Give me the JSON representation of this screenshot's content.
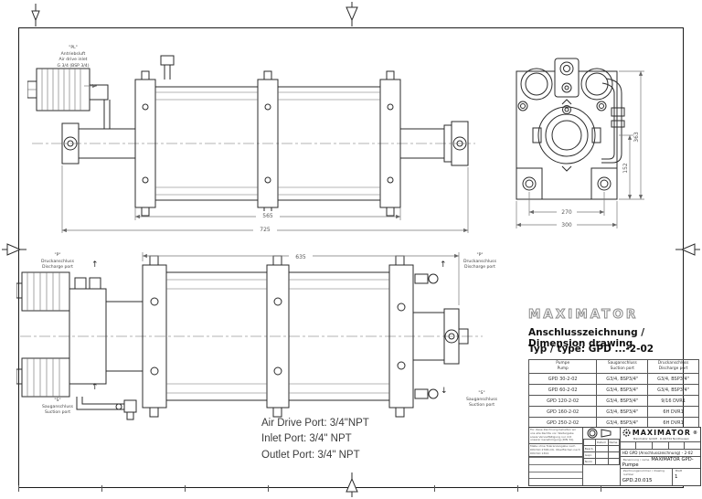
{
  "brand": {
    "logo_outline": "MAXIMATOR",
    "logo_block": "MAXIMATOR",
    "registered": "®",
    "address": "Maximator GmbH · D-99734 Nordhausen"
  },
  "heading": {
    "title": "Anschlusszeichnung / Dimension drawing",
    "type_line": "Typ / type: GPD ...-2-02"
  },
  "port_labels": {
    "air_inlet": {
      "tag": "\"PL\"",
      "de": "Antriebsluft",
      "en": "Air drive inlet",
      "size": "G 3/4 (BSP 3/4)"
    },
    "discharge": {
      "tag": "\"P\"",
      "de": "Druckanschluss",
      "en": "Discharge port"
    },
    "suction": {
      "tag": "\"S\"",
      "de": "Sauganschluss",
      "en": "Suction port"
    },
    "up_arrow": "↑",
    "down_arrow": "↓",
    "leader_arrow": "→"
  },
  "dims": {
    "top_inner": "565",
    "top_outer": "725",
    "bottom_length": "635",
    "end_inner_w": "270",
    "end_outer_w": "300",
    "end_inner_h": "152",
    "end_outer_h": "363"
  },
  "ports_note": {
    "line1": "Air Drive Port: 3/4\"NPT",
    "line2": "Inlet Port: 3/4\" NPT",
    "line3": "Outlet Port: 3/4\" NPT"
  },
  "table": {
    "col1": {
      "de": "Pumpe",
      "en": "Pump"
    },
    "col2": {
      "de": "Sauganschluss",
      "en": "Suction port"
    },
    "col3": {
      "de": "Druckanschluss",
      "en": "Discharge port"
    },
    "rows": [
      {
        "pump": "GPD 30-2-02",
        "suction": "G3/4, BSP3/4\"",
        "discharge": "G3/4, BSP3/4\""
      },
      {
        "pump": "GPD 60-2-02",
        "suction": "G3/4, BSP3/4\"",
        "discharge": "G3/4, BSP3/4\""
      },
      {
        "pump": "GPD 120-2-02",
        "suction": "G3/4, BSP3/4\"",
        "discharge": "9/16 DVR1"
      },
      {
        "pump": "GPD 160-2-02",
        "suction": "G3/4, BSP3/4\"",
        "discharge": "6H DVR1"
      },
      {
        "pump": "GPD 250-2-02",
        "suction": "G3/4, BSP3/4\"",
        "discharge": "6H DVR1"
      }
    ]
  },
  "titleblock": {
    "note1": "Für diese Zeichnung behalten wir uns alle Rechte vor. Weitergabe sowie Vervielfältigung nur mit unserer Genehmigung (DIN 34).",
    "note2": "Maße ohne Toleranzangabe nach DIN ISO 2768-mK. Oberflächen nach DIN ISO 1302.",
    "datum": "Datum",
    "name": "Name",
    "bearb": "Bearb.",
    "gepr": "Gepr.",
    "norm": "Norm",
    "desc": "HD GPD (Anschlusszeichnung) - 2-02",
    "name_label": "Benennung / name",
    "name_value": "MAXIMATOR GPD-Pumpe",
    "drawno_label": "Zeichnungsnummer / drawing number",
    "drawno_value": "GPD.20.015",
    "sheet_label": "Blatt",
    "sheet_value": "1"
  }
}
